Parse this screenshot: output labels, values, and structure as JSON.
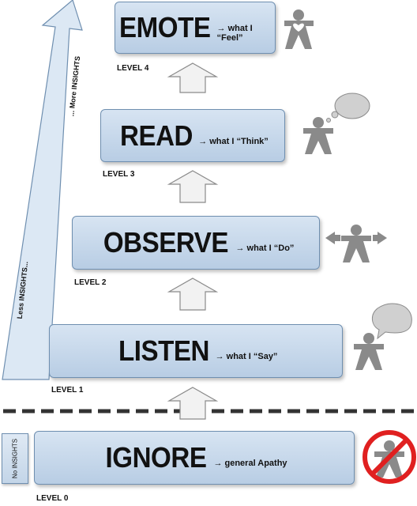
{
  "levels": [
    {
      "title": "EMOTE",
      "subtitle": "→ what I “Feel”",
      "level_label": "LEVEL 4"
    },
    {
      "title": "READ",
      "subtitle": "→ what I “Think”",
      "level_label": "LEVEL 3"
    },
    {
      "title": "OBSERVE",
      "subtitle": "→ what I “Do”",
      "level_label": "LEVEL 2"
    },
    {
      "title": "LISTEN",
      "subtitle": "→ what I “Say”",
      "level_label": "LEVEL 1"
    },
    {
      "title": "IGNORE",
      "subtitle": "→ general Apathy",
      "level_label": "LEVEL 0"
    }
  ],
  "insight_arrow": {
    "low_label": "Less INSIGHTS...",
    "high_label": "... More INSIGHTS"
  },
  "no_insights_label": "No INSIGHTS",
  "icons": [
    "person-heart-icon",
    "person-thought-bubble-icon",
    "person-arrows-icon",
    "person-speech-bubble-icon",
    "person-prohibited-icon"
  ],
  "colors": {
    "box_fill": "#c6d7ea",
    "box_border": "#6f8fb0",
    "figure": "#8a8a8a",
    "prohibit_red": "#e02020",
    "dashed_line": "#333333"
  }
}
